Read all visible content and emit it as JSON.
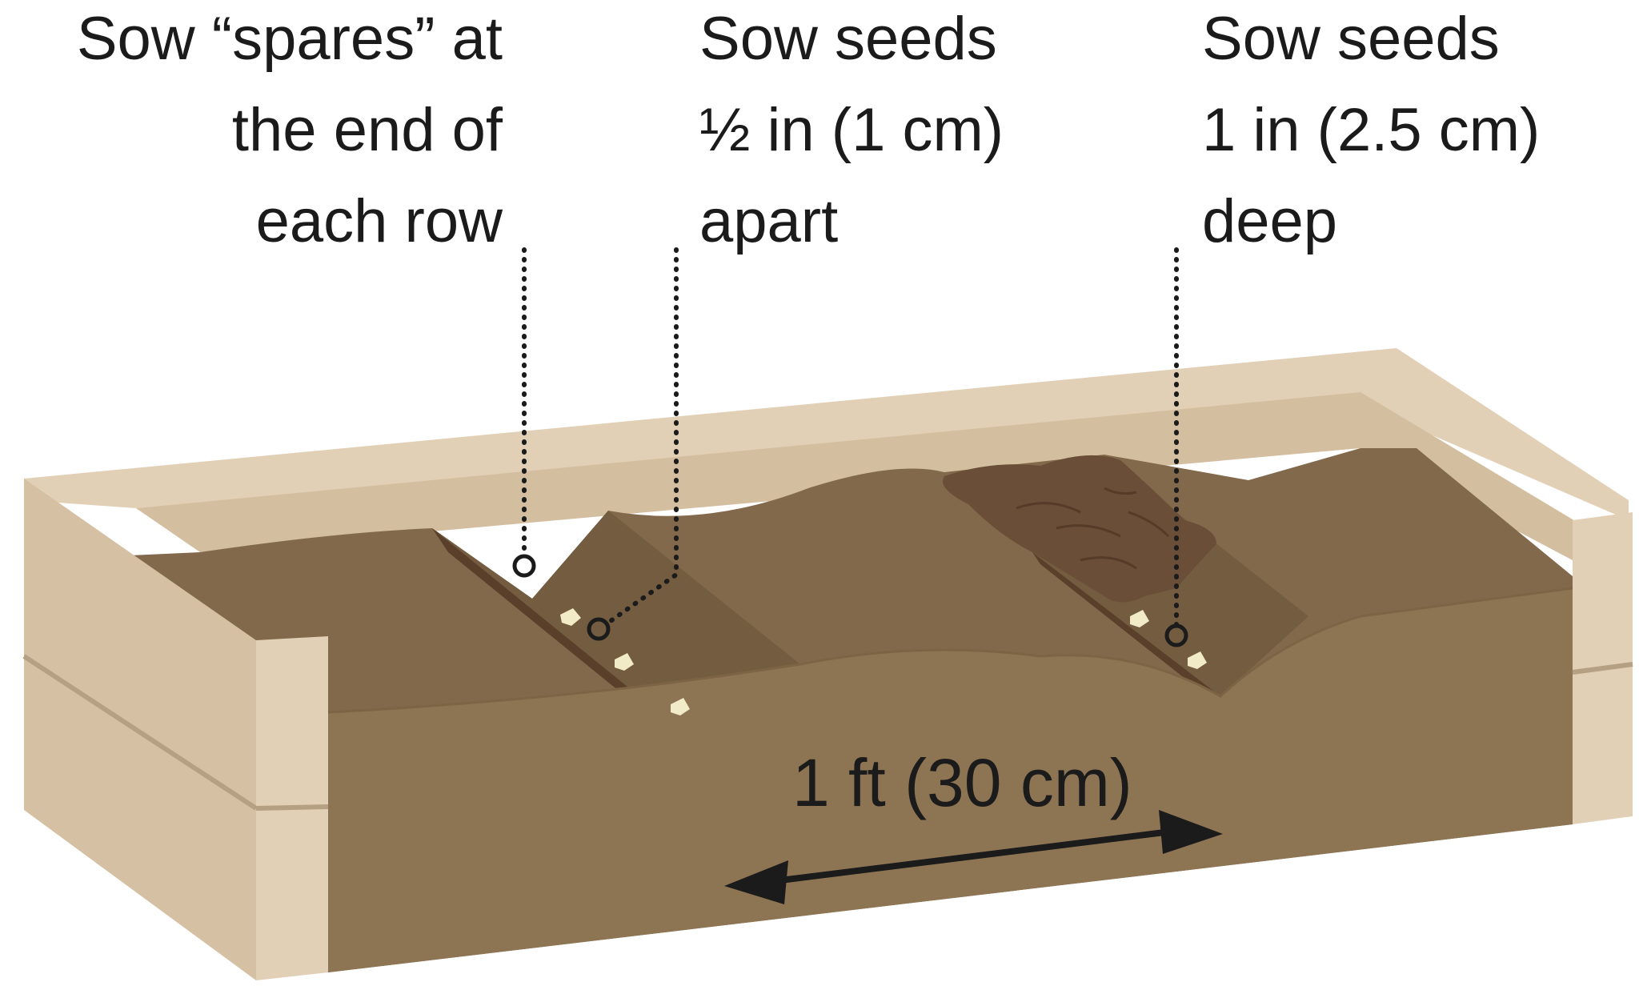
{
  "callouts": {
    "spares": {
      "line1": "Sow “spares” at",
      "line2": "the end of",
      "line3": "each row"
    },
    "spacing": {
      "line1": "Sow seeds",
      "line2": "½ in (1 cm)",
      "line3": "apart"
    },
    "depth": {
      "line1": "Sow seeds",
      "line2": "1 in (2.5 cm)",
      "line3": "deep"
    }
  },
  "measurement": {
    "label": "1 ft (30 cm)"
  },
  "colors": {
    "frame_light": "#e2d0b6",
    "frame_mid": "#d5c0a3",
    "frame_inner": "#d4bea0",
    "soil_front": "#8d7453",
    "soil_top": "#82694b",
    "soil_furrow": "#735c40",
    "soil_dark_line": "#5a3f2b",
    "compost": "#6a4e38",
    "seed": "#f1ebc8",
    "ink": "#1b1b1b"
  },
  "icons": {
    "seed": "seed-icon",
    "pointer": "pointer-ring-icon",
    "arrow": "double-arrow-icon"
  }
}
